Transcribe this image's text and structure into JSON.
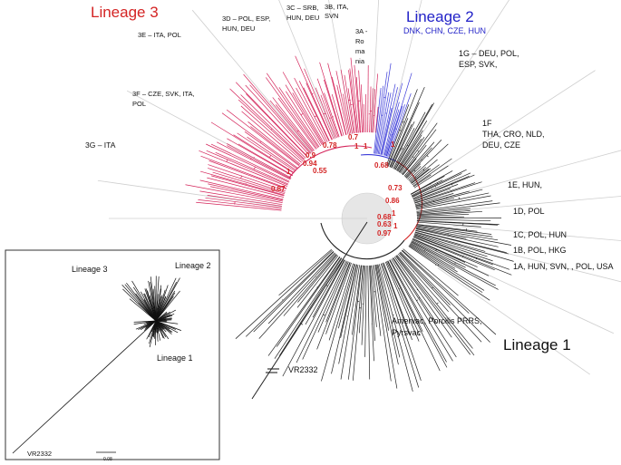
{
  "colors": {
    "lineage3": "#d4245a",
    "lineage3_text": "#d42424",
    "lineage2": "#3a3ad8",
    "lineage2_text": "#2323c8",
    "lineage1": "#222222",
    "support": "#d42424",
    "guide": "#cfcfcf",
    "root_circle": "#d9d9d9"
  },
  "lineages": {
    "l3": "Lineage 3",
    "l2": "Lineage 2",
    "l2_countries": "DNK, CHN, CZE, HUN",
    "l1": "Lineage 1"
  },
  "clades": {
    "c3e": "3E – ITA, POL",
    "c3d_1": "3D – POL, ESP,",
    "c3d_2": "HUN, DEU",
    "c3c_1": "3C – SRB,",
    "c3c_2": "HUN, DEU",
    "c3b_1": "3B, ITA,",
    "c3b_2": "SVN",
    "c3a_1": "3A -",
    "c3a_2": "Ro",
    "c3a_3": "ma",
    "c3a_4": "nia",
    "c3f_1": "3F – CZE, SVK, ITA,",
    "c3f_2": "POL",
    "c3g": "3G – ITA",
    "c1g_1": "1G – DEU, POL,",
    "c1g_2": "ESP, SVK,",
    "c1f_1": "1F",
    "c1f_2": "THA, CRO, NLD,",
    "c1f_3": "DEU, CZE",
    "c1e": "1E, HUN,",
    "c1d": "1D, POL",
    "c1c": "1C, POL, HUN",
    "c1b": "1B, POL, HKG",
    "c1a": "1A, HUN, SVN, , POL, USA",
    "vaccines_1": "Amervac, Porcilis PRRS,",
    "vaccines_2": "Pyrsvac",
    "root": "VR2332"
  },
  "support_values": {
    "s1": "0.9",
    "s2": "0.78",
    "s3": "0.7",
    "s4": "1",
    "s5": "1",
    "s6": "0.94",
    "s7": "0.55",
    "s8": "1",
    "s9": "0.87",
    "s10": "0.68",
    "s11": "1",
    "s12": "0.73",
    "s13": "0.86",
    "s14": "0.68",
    "s15": "0.63",
    "s16": "0.97",
    "s17": "1",
    "s18": "1"
  },
  "inset": {
    "l3": "Lineage 3",
    "l2": "Lineage 2",
    "l1": "Lineage 1",
    "root": "VR2332",
    "scale": "0.08"
  }
}
